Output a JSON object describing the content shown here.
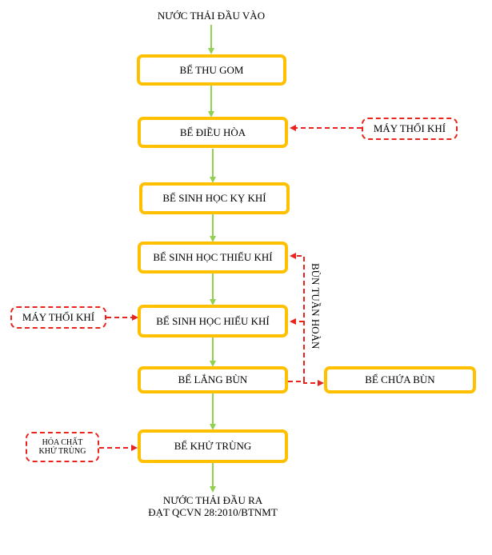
{
  "input_label": "NƯỚC THẢI ĐẦU VÀO",
  "output_label_line1": "NƯỚC THẢI ĐẦU RA",
  "output_label_line2": "ĐẠT QCVN 28:2010/BTNMT",
  "steps": {
    "thu_gom": "BỂ THU GOM",
    "dieu_hoa": "BỂ ĐIỀU HÒA",
    "ky_khi": "BỂ SINH HỌC KỴ KHÍ",
    "thieu_khi": "BỂ SINH HỌC THIẾU KHÍ",
    "hieu_khi": "BỂ SINH HỌC HIẾU KHÍ",
    "lang_bun": "BỂ LẮNG BÙN",
    "khu_trung": "BỂ KHỬ TRÙNG",
    "chua_bun": "BỂ CHỨA BÙN"
  },
  "aux": {
    "blower_1": "MÁY THỔI KHÍ",
    "blower_2": "MÁY THỔI KHÍ",
    "chem_line1": "HÓA CHẤT",
    "chem_line2": "KHỬ TRÙNG",
    "recycle_label": "BÙN TUẦN HOÀN"
  },
  "colors": {
    "process_border": "#FFC000",
    "main_flow": "#92D050",
    "aux_flow": "#E8241C"
  }
}
